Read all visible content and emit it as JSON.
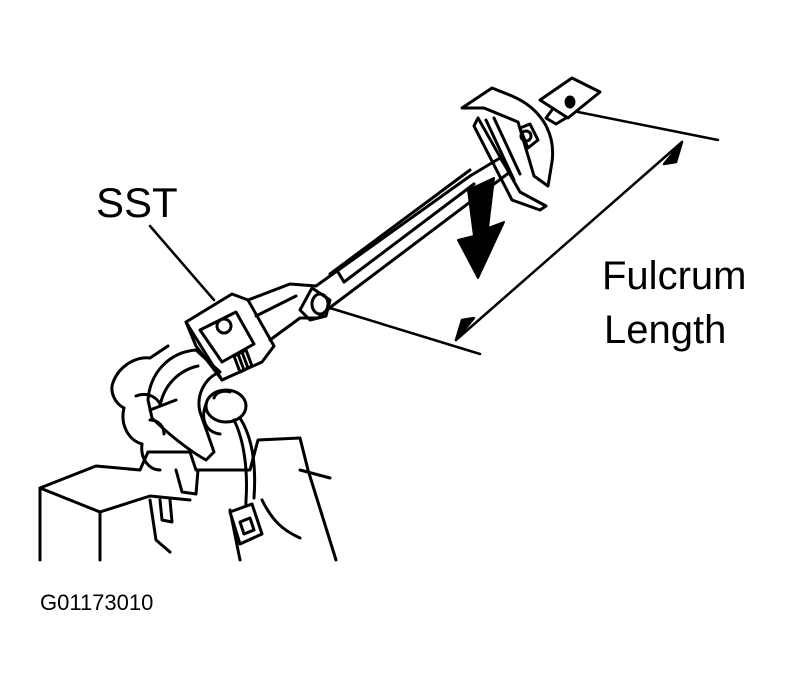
{
  "labels": {
    "sst": "SST",
    "fulcrum_line1": "Fulcrum",
    "fulcrum_line2": "Length"
  },
  "figure_code": "G01173010",
  "colors": {
    "ink": "#000000",
    "paper": "#ffffff"
  },
  "icons": {
    "direction_arrow": "arrow-down-icon"
  }
}
